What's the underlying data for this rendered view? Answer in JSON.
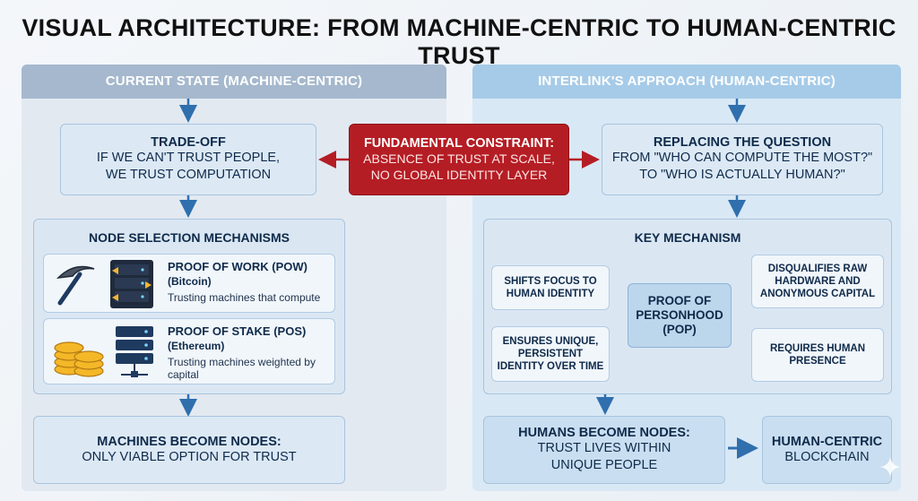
{
  "title": "VISUAL ARCHITECTURE: FROM MACHINE-CENTRIC TO HUMAN-CENTRIC TRUST",
  "left": {
    "header": "CURRENT STATE (MACHINE-CENTRIC)",
    "tradeoff": {
      "heading": "TRADE-OFF",
      "line1": "IF WE CAN'T TRUST PEOPLE,",
      "line2": "WE TRUST COMPUTATION"
    },
    "mechanisms": {
      "title": "NODE SELECTION MECHANISMS",
      "pow": {
        "name": "PROOF OF WORK (POW)",
        "example": "(Bitcoin)",
        "desc": "Trusting machines that compute"
      },
      "pos": {
        "name": "PROOF OF STAKE (POS)",
        "example": "(Ethereum)",
        "desc_line1": "Trusting machines weighted by",
        "desc_line2": "capital"
      }
    },
    "result": {
      "heading": "MACHINES BECOME NODES:",
      "text": "ONLY VIABLE OPTION FOR TRUST"
    }
  },
  "center": {
    "heading": "FUNDAMENTAL CONSTRAINT:",
    "line1": "ABSENCE OF TRUST AT SCALE,",
    "line2": "NO GLOBAL IDENTITY LAYER"
  },
  "right": {
    "header": "INTERLINK'S APPROACH (HUMAN-CENTRIC)",
    "replacing": {
      "heading": "REPLACING THE QUESTION",
      "line1": "FROM \"WHO CAN COMPUTE THE MOST?\"",
      "line2": "TO \"WHO IS ACTUALLY HUMAN?\""
    },
    "mechanism": {
      "title": "KEY MECHANISM",
      "pop_line1": "PROOF OF",
      "pop_line2": "PERSONHOOD",
      "pop_line3": "(POP)",
      "shifts_line1": "SHIFTS FOCUS TO",
      "shifts_line2": "HUMAN IDENTITY",
      "ensures_line1": "ENSURES UNIQUE,",
      "ensures_line2": "PERSISTENT",
      "ensures_line3": "IDENTITY OVER TIME",
      "disq_line1": "DISQUALIFIES RAW",
      "disq_line2": "HARDWARE AND",
      "disq_line3": "ANONYMOUS CAPITAL",
      "req_line1": "REQUIRES HUMAN",
      "req_line2": "PRESENCE"
    },
    "humans": {
      "heading": "HUMANS BECOME NODES:",
      "line1": "TRUST LIVES WITHIN",
      "line2": "UNIQUE PEOPLE"
    },
    "blockchain": {
      "heading": "HUMAN-CENTRIC",
      "text": "BLOCKCHAIN"
    }
  },
  "icons": [
    "pickaxe-icon",
    "server-rack-icon",
    "coin-stack-icon",
    "network-server-icon",
    "sparkle-icon"
  ],
  "colors": {
    "constraint_red": "#b51d24",
    "arrow_blue": "#2f6fae",
    "arrow_red": "#b51d24",
    "title_text": "#111111",
    "box_fill": "#dce9f5"
  }
}
